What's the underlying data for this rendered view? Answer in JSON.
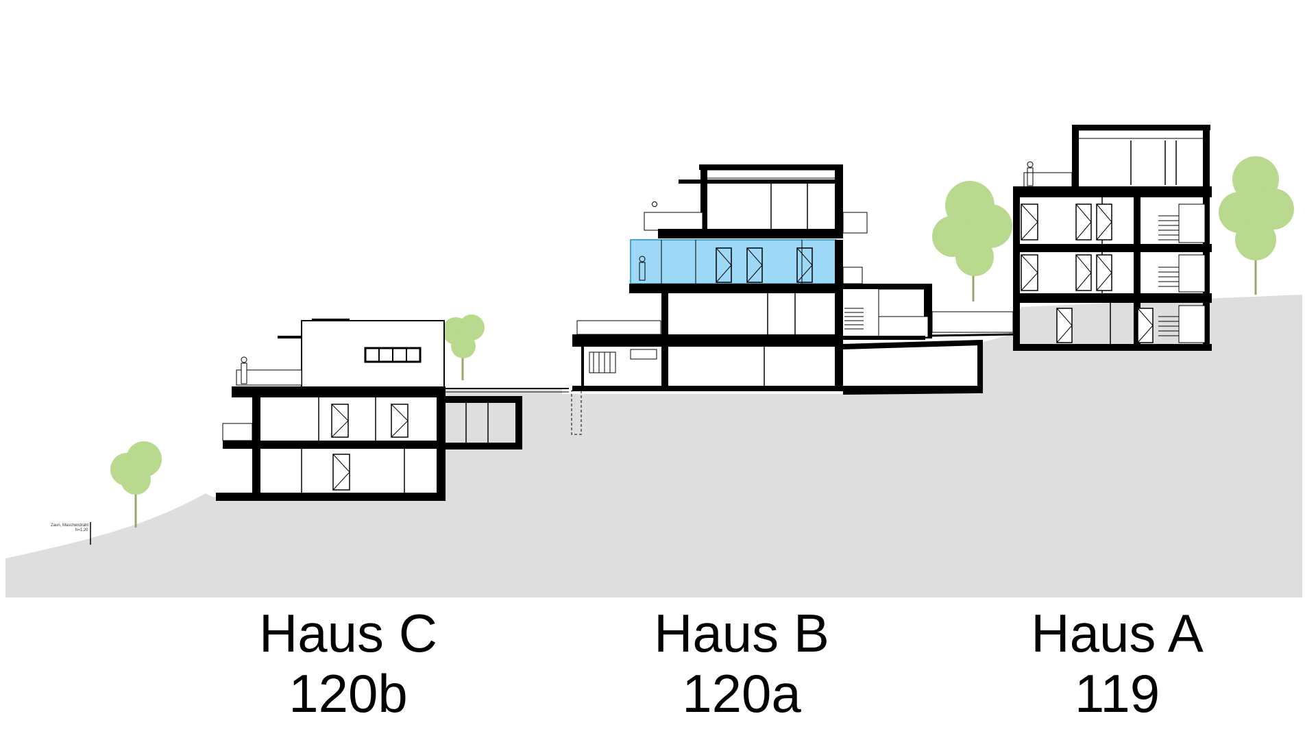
{
  "houses": [
    {
      "name": "Haus C",
      "number": "120b"
    },
    {
      "name": "Haus B",
      "number": "120a"
    },
    {
      "name": "Haus A",
      "number": "119"
    }
  ],
  "fence_note": {
    "line1": "Zaun, Maschendraht",
    "line2": "h=1,20"
  },
  "colors": {
    "ground": "#dedede",
    "wall": "#000000",
    "highlight": "#9dd8f6",
    "tree": "#b9d98f",
    "trunk": "#9aa56a"
  }
}
